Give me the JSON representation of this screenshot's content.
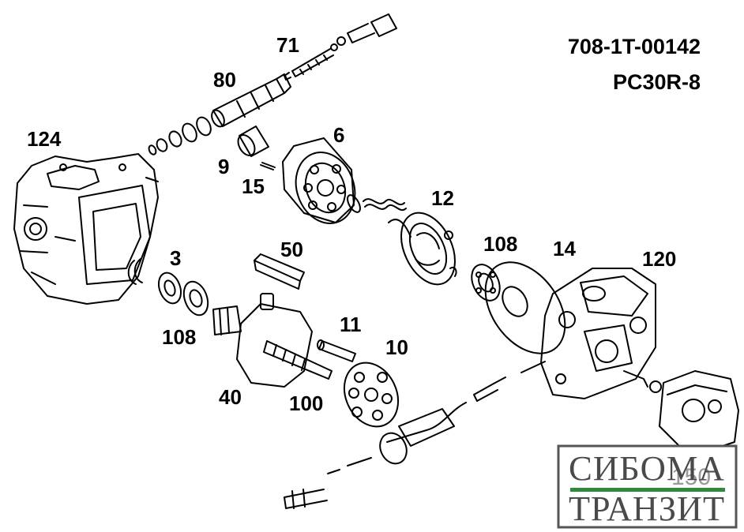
{
  "document": {
    "part_number": "708-1T-00142",
    "model": "PC30R-8"
  },
  "callouts": [
    {
      "id": "71",
      "label": "71"
    },
    {
      "id": "80",
      "label": "80"
    },
    {
      "id": "124",
      "label": "124"
    },
    {
      "id": "6",
      "label": "6"
    },
    {
      "id": "9",
      "label": "9"
    },
    {
      "id": "15",
      "label": "15"
    },
    {
      "id": "12",
      "label": "12"
    },
    {
      "id": "50",
      "label": "50"
    },
    {
      "id": "3",
      "label": "3"
    },
    {
      "id": "108a",
      "label": "108"
    },
    {
      "id": "108b",
      "label": "108"
    },
    {
      "id": "14",
      "label": "14"
    },
    {
      "id": "120",
      "label": "120"
    },
    {
      "id": "11",
      "label": "11"
    },
    {
      "id": "10",
      "label": "10"
    },
    {
      "id": "40",
      "label": "40"
    },
    {
      "id": "100",
      "label": "100"
    },
    {
      "id": "150",
      "label": "150"
    }
  ],
  "watermark": {
    "line1": "СИБОМА",
    "line2": "ТРАНЗИТ",
    "accent_color": "#2e8b3e",
    "text_color": "#4a4a4a",
    "border_color": "#555555"
  }
}
